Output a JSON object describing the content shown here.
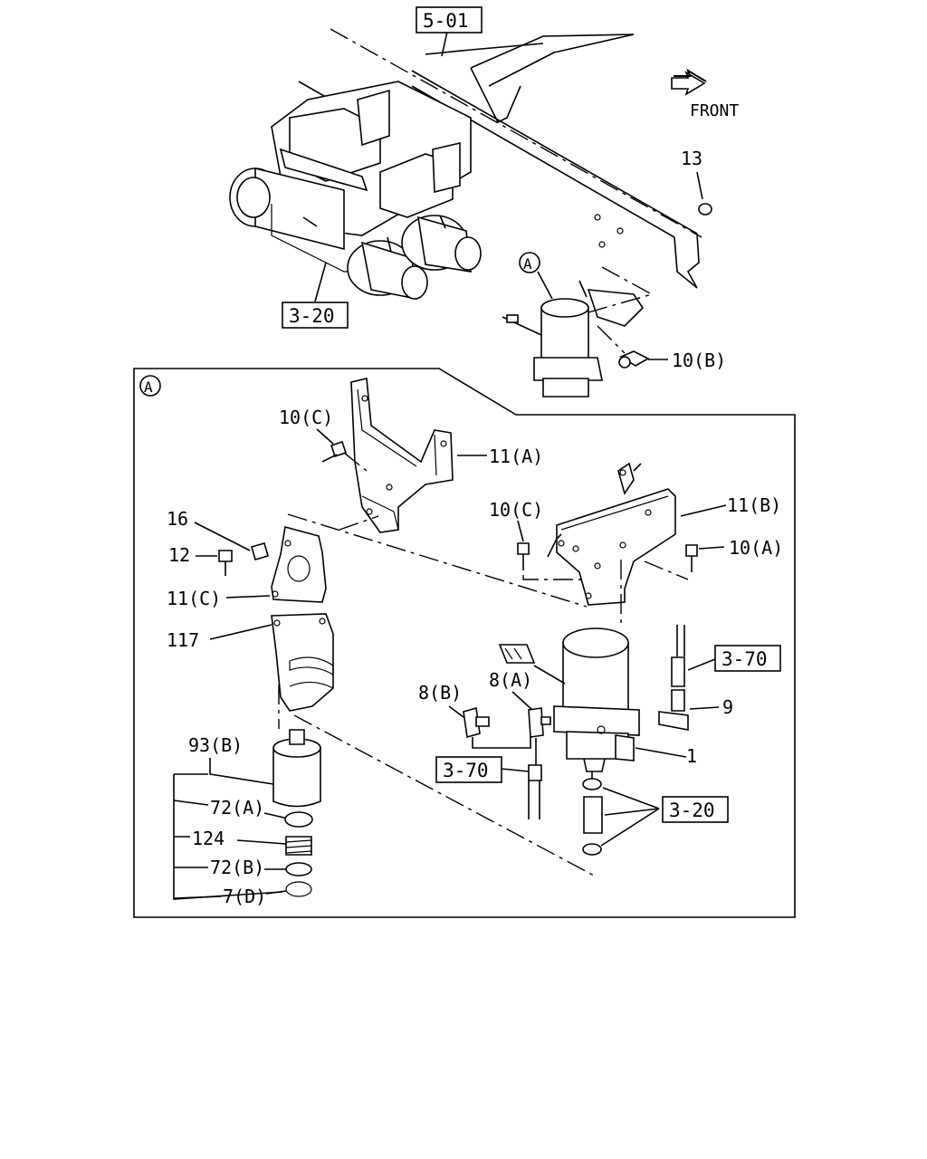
{
  "orientation": {
    "label": "FRONT",
    "arrow_icon": "front-direction-arrow-icon"
  },
  "references": [
    "5-01",
    "3-20",
    "3-70",
    "3-70",
    "3-20"
  ],
  "detail_marker": "A",
  "callouts_overview": [
    "13",
    "10(B)"
  ],
  "callouts_detail": [
    "10(C)",
    "11(A)",
    "16",
    "12",
    "11(C)",
    "117",
    "10(C)",
    "11(B)",
    "10(A)",
    "93(B)",
    "72(A)",
    "124",
    "72(B)",
    "7(D)",
    "8(B)",
    "8(A)",
    "9",
    "1"
  ]
}
